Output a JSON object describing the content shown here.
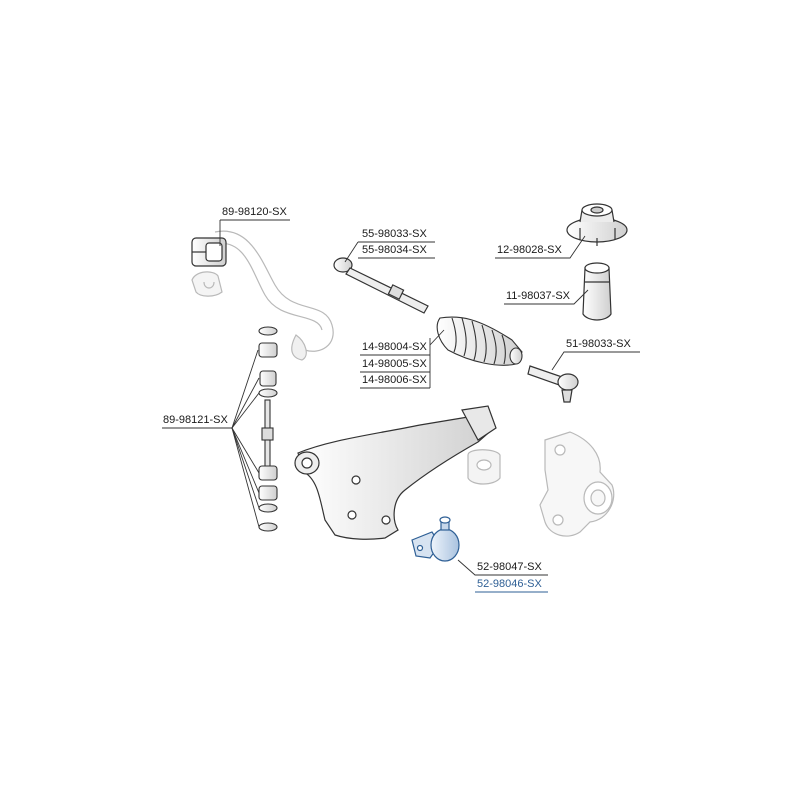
{
  "labels": {
    "stab_bushing": "89-98120-SX",
    "inner_tie_rod_a": "55-98033-SX",
    "inner_tie_rod_b": "55-98034-SX",
    "strut_mount": "12-98028-SX",
    "bump_stop": "11-98037-SX",
    "boot_a": "14-98004-SX",
    "boot_b": "14-98005-SX",
    "boot_c": "14-98006-SX",
    "tie_rod_end": "51-98033-SX",
    "stab_link": "89-98121-SX",
    "ball_joint_a": "52-98047-SX",
    "ball_joint_b": "52-98046-SX"
  },
  "colors": {
    "outline": "#333333",
    "ghost": "#b9b9b9",
    "highlight": "#2e5f95",
    "highlight_fill": "#d7e3f1"
  }
}
